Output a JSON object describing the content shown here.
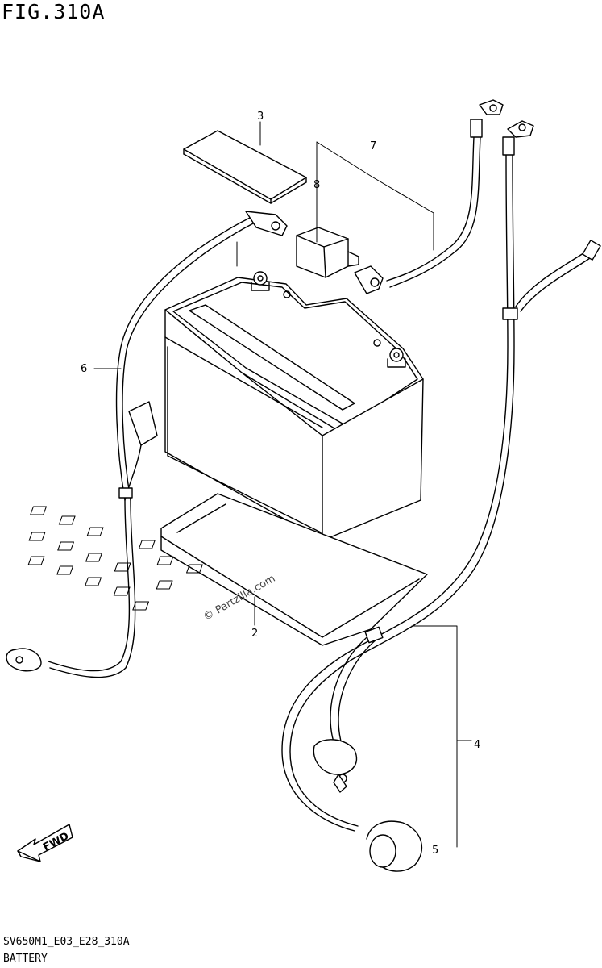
{
  "figure": {
    "title": "FIG.310A",
    "code": "SV650M1_E03_E28_310A",
    "caption": "BATTERY"
  },
  "callouts": {
    "c2": "2",
    "c3": "3",
    "c4": "4",
    "c5": "5",
    "c6": "6",
    "c7": "7",
    "c8": "8"
  },
  "watermark": "© Partzilla.com",
  "fwd_label": "FWD"
}
